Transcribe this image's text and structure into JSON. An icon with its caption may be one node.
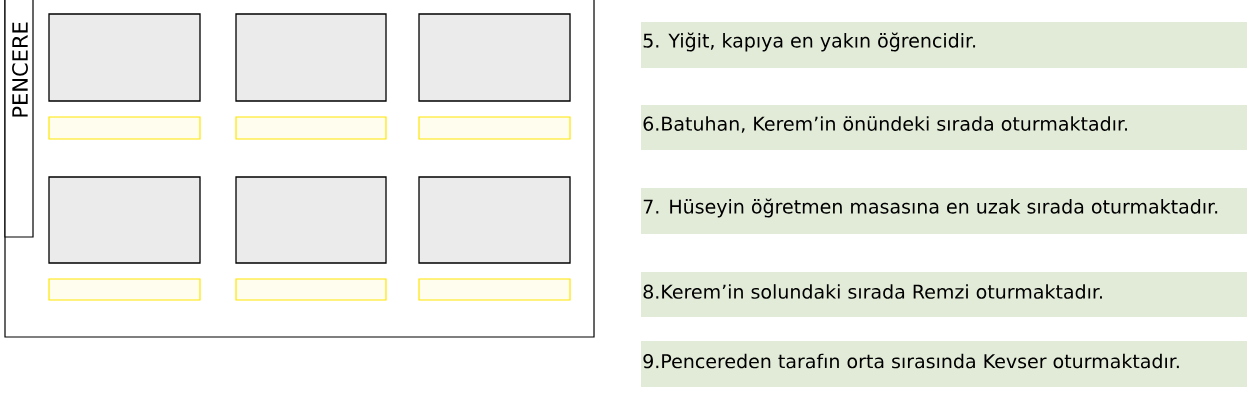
{
  "diagram": {
    "nodes": [
      {
        "text": [],
        "shape": "box"
      },
      {
        "text": [
          "PENCERE"
        ],
        "in": 0
      },
      {
        "text": [],
        "shape": "box",
        "in": 0
      },
      {
        "text": [],
        "shape": "box",
        "in": 0
      },
      {
        "text": [],
        "shape": "box",
        "in": 0
      },
      {
        "text": [],
        "shape": "box",
        "in": 0
      },
      {
        "text": [],
        "shape": "box",
        "in": 0
      },
      {
        "text": [],
        "shape": "box",
        "in": 0
      },
      {
        "text": [],
        "shape": "box",
        "in": 0
      },
      {
        "text": [],
        "shape": "box",
        "in": 0
      },
      {
        "text": [],
        "shape": "box",
        "in": 0
      },
      {
        "text": [],
        "shape": "box",
        "in": 0
      },
      {
        "text": [],
        "shape": "box",
        "in": 0
      },
      {
        "text": [],
        "shape": "box",
        "in": 0
      },
      {
        "text": [
          "5. Yiğit, kapıya en yakın öğrencidir."
        ]
      },
      {
        "text": [
          "6.Batuhan, Kerem’in önündeki sırada oturmaktadır."
        ]
      },
      {
        "text": [
          "7. Hüseyin öğretmen masasına en uzak sırada oturmaktadır."
        ]
      },
      {
        "text": [
          "8.Kerem’in solundaki sırada Remzi oturmaktadır."
        ]
      },
      {
        "text": [
          "9.Pencereden tarafın orta sırasında Kevser oturmaktadır."
        ]
      }
    ]
  }
}
